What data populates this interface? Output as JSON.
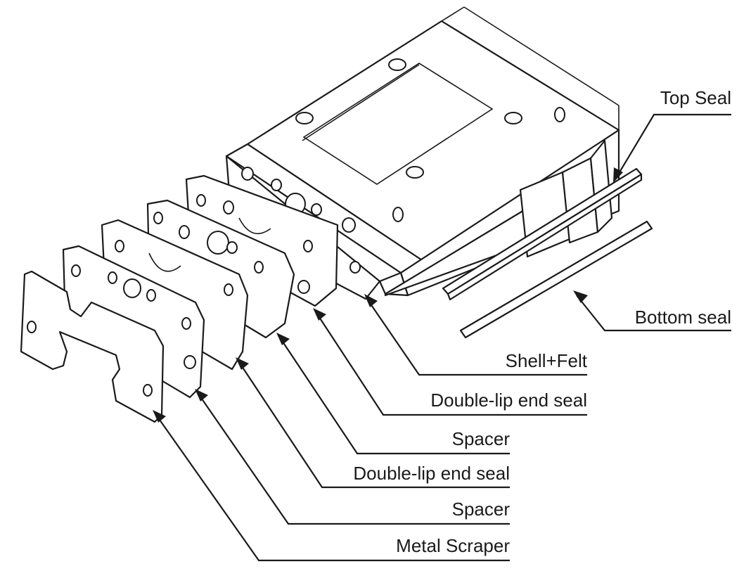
{
  "diagram": {
    "title": "Linear guide block seal assembly (exploded view)",
    "labels": {
      "top_seal": "Top Seal",
      "bottom_seal": "Bottom seal",
      "shell_felt": "Shell+Felt",
      "double_lip_end_seal_1": "Double-lip end seal",
      "spacer_1": "Spacer",
      "double_lip_end_seal_2": "Double-lip end seal",
      "spacer_2": "Spacer",
      "metal_scraper": "Metal Scraper"
    },
    "components": [
      "Carriage block",
      "Top Seal",
      "Bottom seal",
      "Shell+Felt",
      "Double-lip end seal",
      "Spacer",
      "Double-lip end seal",
      "Spacer",
      "Metal Scraper"
    ]
  }
}
